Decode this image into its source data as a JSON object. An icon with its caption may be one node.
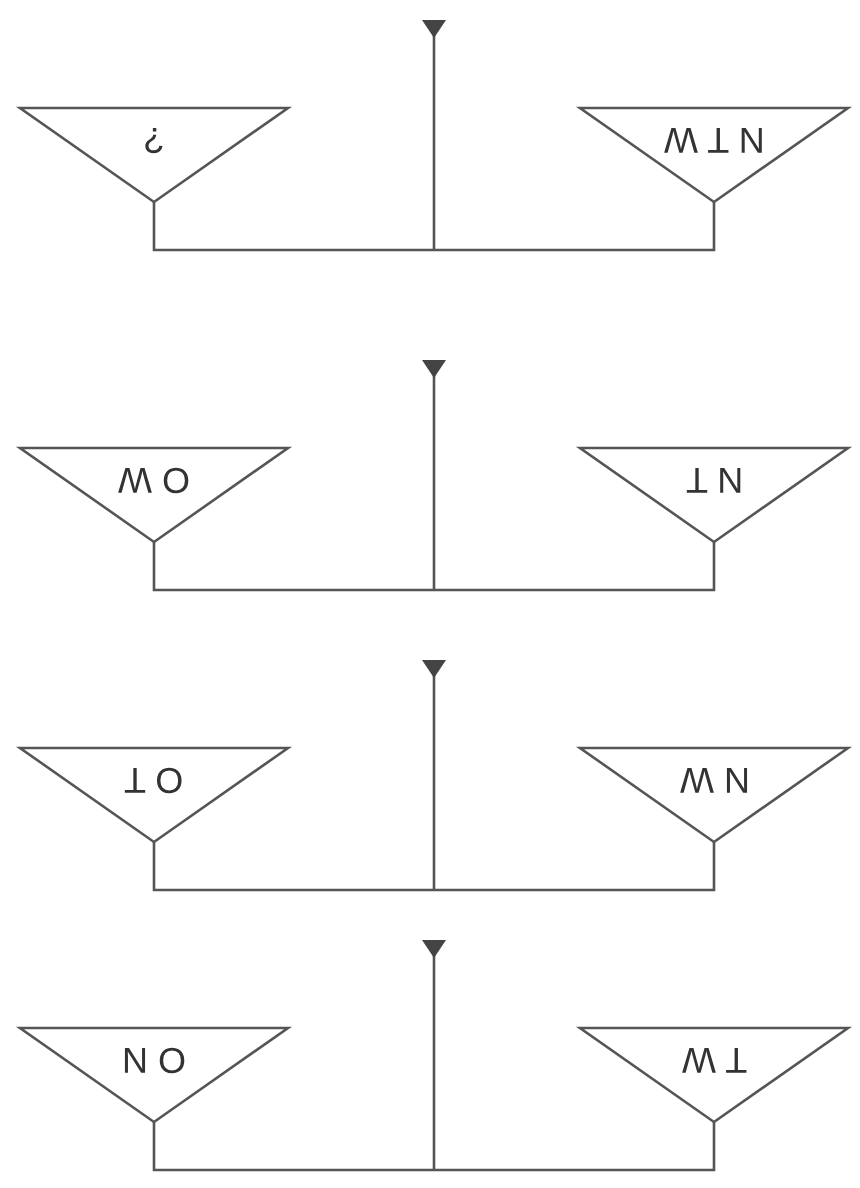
{
  "diagram": {
    "nodes": [
      {
        "text": [
          "?"
        ]
      },
      {
        "text": [
          "N T W"
        ]
      },
      {
        "text": [
          "O W"
        ]
      },
      {
        "text": [
          "N T"
        ]
      },
      {
        "text": [
          "O T"
        ]
      },
      {
        "text": [
          "N W"
        ]
      },
      {
        "text": [
          "O N"
        ]
      },
      {
        "text": [
          "T W"
        ]
      }
    ]
  }
}
